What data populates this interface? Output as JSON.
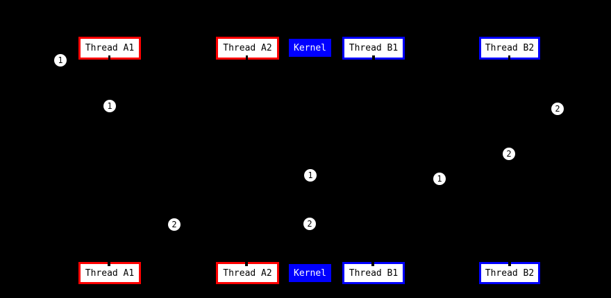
{
  "diagram": {
    "colors": {
      "background": "#000000",
      "thread_a_border": "#ff0000",
      "thread_b_border": "#0000ff",
      "kernel_fill": "#0000ff",
      "kernel_text": "#ffffff",
      "node_fill": "#ffffff",
      "node_text": "#000000",
      "edge_label_fill": "#ffffff",
      "edge_label_text": "#000000"
    },
    "nodes": {
      "top": [
        {
          "label": "Thread A1"
        },
        {
          "label": "Thread A2"
        },
        {
          "label": "Kernel"
        },
        {
          "label": "Thread B1"
        },
        {
          "label": "Thread B2"
        }
      ],
      "bottom": [
        {
          "label": "Thread A1"
        },
        {
          "label": "Thread A2"
        },
        {
          "label": "Kernel"
        },
        {
          "label": "Thread B1"
        },
        {
          "label": "Thread B2"
        }
      ]
    },
    "edge_labels": [
      {
        "label": "1"
      },
      {
        "label": "1"
      },
      {
        "label": "2"
      },
      {
        "label": "2"
      },
      {
        "label": "1"
      },
      {
        "label": "1"
      },
      {
        "label": "2"
      },
      {
        "label": "2"
      }
    ]
  }
}
